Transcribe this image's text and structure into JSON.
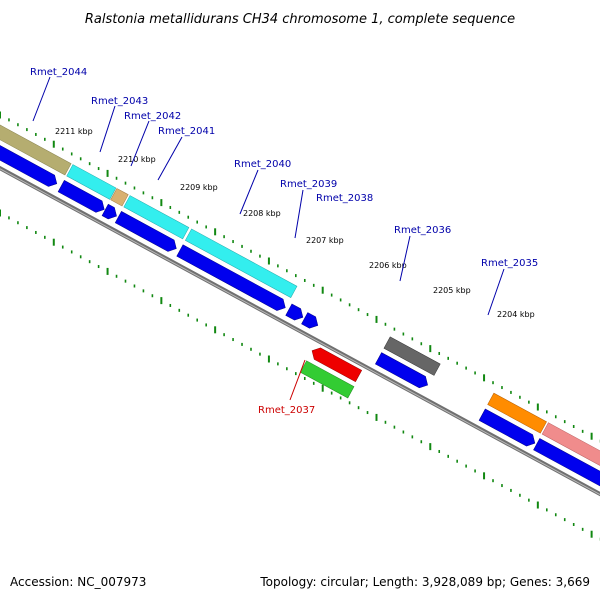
{
  "title": "Ralstonia metallidurans CH34 chromosome 1, complete sequence",
  "footer": {
    "accession": "Accession: NC_007973",
    "summary": "Topology: circular; Length: 3,928,089 bp; Genes: 3,669"
  },
  "colors": {
    "backbone": "#808080",
    "cds": "#0000ee",
    "tick": "#118811",
    "label_blue": "#0000aa",
    "label_red": "#cc0000",
    "khaki": "#b5ad70",
    "cyan": "#33eeee",
    "tan": "#d9b070",
    "dark_gray": "#666666",
    "orange": "#ff8c00",
    "pink": "#f08c8c",
    "red": "#ee0000",
    "green": "#33cc33"
  },
  "ruler": [
    {
      "text": "2211 kbp"
    },
    {
      "text": "2210 kbp"
    },
    {
      "text": "2209 kbp"
    },
    {
      "text": "2208 kbp"
    },
    {
      "text": "2207 kbp"
    },
    {
      "text": "2206 kbp"
    },
    {
      "text": "2205 kbp"
    },
    {
      "text": "2204 kbp"
    }
  ],
  "gene_labels": [
    {
      "text": "Rmet_2044",
      "color": "#0000aa"
    },
    {
      "text": "Rmet_2043",
      "color": "#0000aa"
    },
    {
      "text": "Rmet_2042",
      "color": "#0000aa"
    },
    {
      "text": "Rmet_2041",
      "color": "#0000aa"
    },
    {
      "text": "Rmet_2040",
      "color": "#0000aa"
    },
    {
      "text": "Rmet_2039",
      "color": "#0000aa"
    },
    {
      "text": "Rmet_2038",
      "color": "#0000aa"
    },
    {
      "text": "Rmet_2036",
      "color": "#0000aa"
    },
    {
      "text": "Rmet_2035",
      "color": "#0000aa"
    },
    {
      "text": "Rmet_2037",
      "color": "#cc0000"
    }
  ]
}
